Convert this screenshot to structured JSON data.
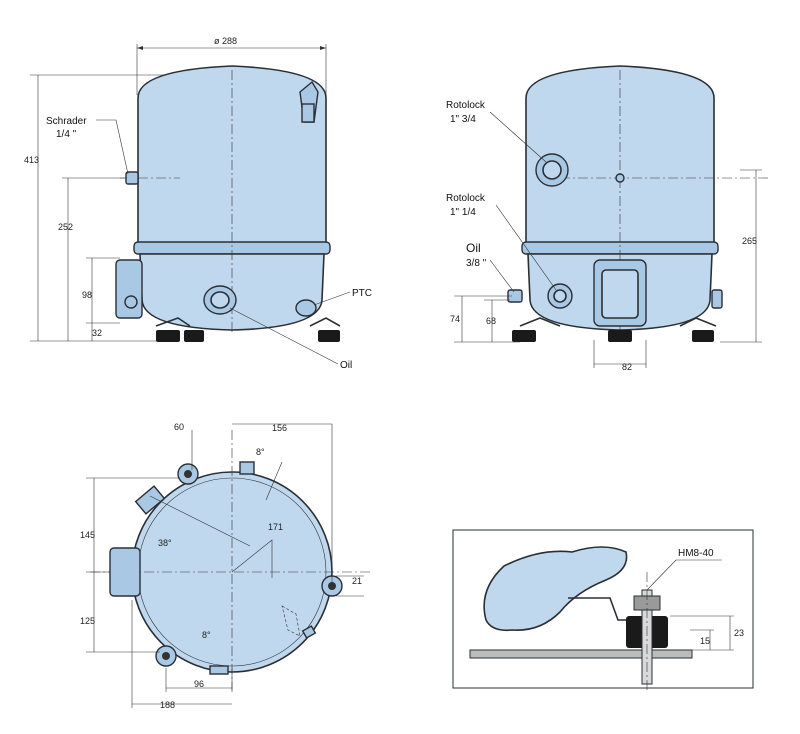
{
  "colors": {
    "body": "#bfd8ee",
    "body_dark": "#a9c8e4",
    "outline": "#2a2f36",
    "line": "#333333"
  },
  "side_view": {
    "dim_diameter": "ø 288",
    "dim_height": "413",
    "dim_schrader_height": "252",
    "dim_box_height": "98",
    "dim_box_bottom": "32",
    "schrader_label_1": "Schrader",
    "schrader_label_2": "1/4 \"",
    "ptc_label": "PTC",
    "oil_label": "Oil"
  },
  "front_view": {
    "rotolock_top_1": "Rotolock",
    "rotolock_top_2": "1\" 3/4",
    "rotolock_bottom_1": "Rotolock",
    "rotolock_bottom_2": "1\" 1/4",
    "oil_label_1": "Oil",
    "oil_label_2": "3/8 \"",
    "dim_265": "265",
    "dim_74": "74",
    "dim_68": "68",
    "dim_82": "82"
  },
  "top_view": {
    "dim_60": "60",
    "dim_156": "156",
    "dim_8_top": "8°",
    "dim_171": "171",
    "dim_38": "38°",
    "dim_145": "145",
    "dim_125": "125",
    "dim_21": "21",
    "dim_8_bottom": "8°",
    "dim_96": "96",
    "dim_188": "188"
  },
  "detail_view": {
    "bolt_label": "HM8-40",
    "dim_15": "15",
    "dim_23": "23"
  }
}
